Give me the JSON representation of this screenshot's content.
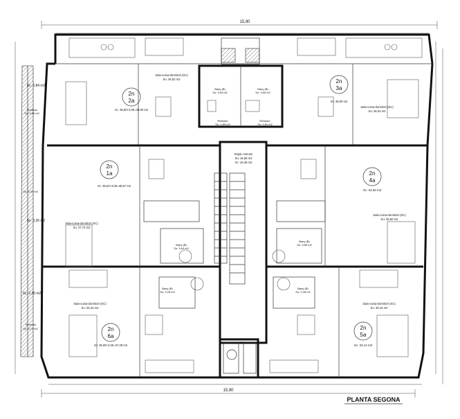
{
  "drawing": {
    "title": "PLANTA SEGONA",
    "top_dimension": "15,90",
    "bottom_dimension": "15,90"
  },
  "apartments": [
    {
      "unit_top": "2n",
      "unit_bottom": "2a",
      "room": "Sala-cuina-dormitori (SC)",
      "room_area": "Su: 26,52 m2",
      "area": "Sc: 36,60+2,00=38,60 m2"
    },
    {
      "unit_top": "2n",
      "unit_bottom": "3a",
      "room": "Sala-cuina-dormitori (SC)",
      "room_area": "Su: 26,04 m2",
      "area": "Sc: 36,00 m2"
    },
    {
      "unit_top": "2n",
      "unit_bottom": "1a",
      "room": "Sala-cuina-dormitori (SC)",
      "room_area": "Su: 27,74 m2",
      "area": "Sc: 35,62+3,05=38,67 m2"
    },
    {
      "unit_top": "2n",
      "unit_bottom": "4a",
      "room": "Sala-cuina-dormitori (SC)",
      "room_area": "Su: 26,50 m2",
      "area": "Sc: 34,52 m2"
    },
    {
      "unit_top": "2n",
      "unit_bottom": "6a",
      "room": "Sala-cuina-dormitori (SC)",
      "room_area": "Su: 26,44 m2",
      "area": "Sc: 35,08+3,00=37,28 m2"
    },
    {
      "unit_top": "2n",
      "unit_bottom": "5a",
      "room": "Sala-cuina-dormitori (SC)",
      "room_area": "Su: 26,44 m2",
      "area": "Sc: 34,14 m2"
    }
  ],
  "bathrooms": [
    {
      "label": "Bany (B)",
      "area": "Su: 3,50 m2"
    },
    {
      "label": "Bany (B)",
      "area": "Su: 3,50 m2"
    },
    {
      "label": "Bany (B)",
      "area": "Su: 3,64 m2"
    },
    {
      "label": "Bany (B)",
      "area": "Su: 3,80 m2"
    },
    {
      "label": "Bany (B)",
      "area": "Su: 2,28 m2"
    },
    {
      "label": "Bany (B)",
      "area": "Su: 2,28 m2"
    }
  ],
  "rebedors": [
    {
      "label": "Rebedor",
      "area": "Su: 1,80 m2"
    },
    {
      "label": "Rebedor",
      "area": "Su: 1,81 m2"
    }
  ],
  "common": {
    "label": "Espai comuns",
    "area1": "Su: 15,58 m2",
    "area2": "Sc: 16,45 m2"
  },
  "terraces": [
    {
      "area": "Sc: 2,84 m2"
    },
    {
      "label": "Terrassa",
      "area": "Su: 3,69 m2"
    },
    {
      "area": "Su: 5,30 m2"
    },
    {
      "area": "Sc: 3,26 m2"
    },
    {
      "area": "Sc: 2,25 m2"
    },
    {
      "label": "Terrassa",
      "area": "Su: 3,71 m2"
    }
  ]
}
